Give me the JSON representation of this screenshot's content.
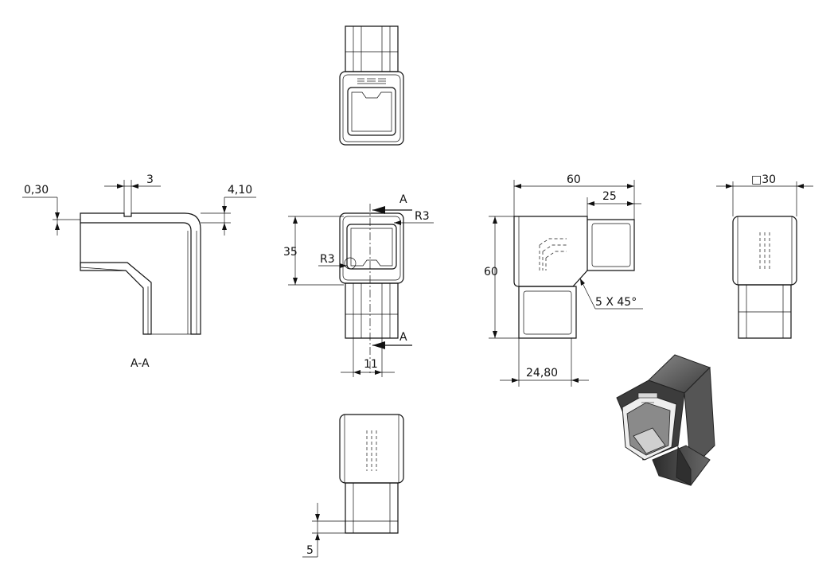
{
  "section_label": "A-A",
  "section_marks": {
    "top": "A",
    "bottom": "A"
  },
  "dimensions": {
    "wall_0_30": "0,30",
    "step_3": "3",
    "wall_4_10": "4,10",
    "height_35": "35",
    "radius_outer": "R3",
    "radius_inner": "R3",
    "offset_11": "11",
    "width_60": "60",
    "leg_25": "25",
    "height_60": "60",
    "chamfer": "5 X 45°",
    "leg_24_80": "24,80",
    "square_30": "□30",
    "bottom_5": "5"
  }
}
